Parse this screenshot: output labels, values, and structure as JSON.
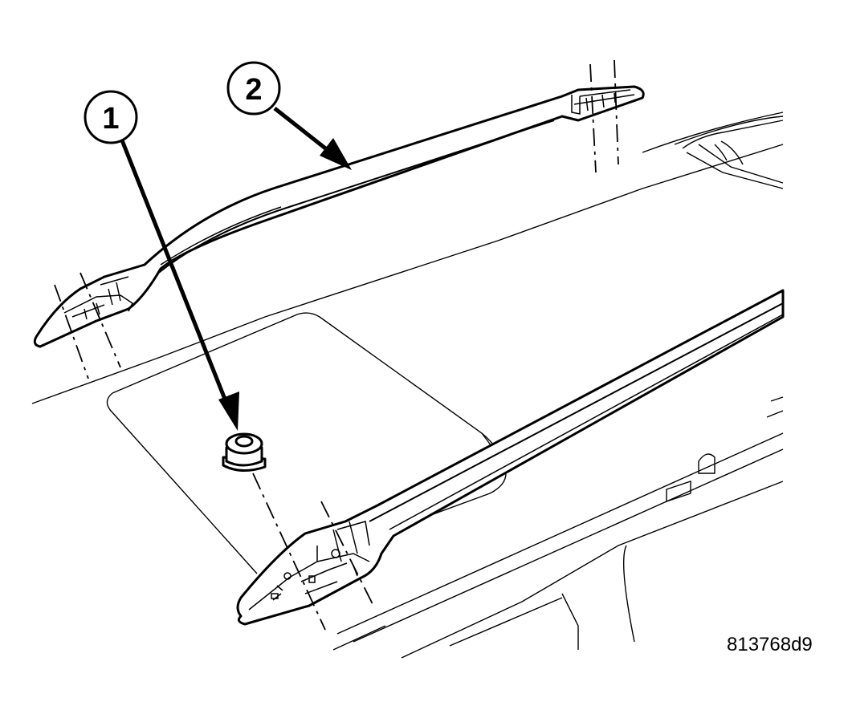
{
  "callouts": [
    {
      "label": "1"
    },
    {
      "label": "2"
    }
  ],
  "figure_id": "813768d9",
  "colors": {
    "line": "#000000",
    "background": "#ffffff"
  }
}
